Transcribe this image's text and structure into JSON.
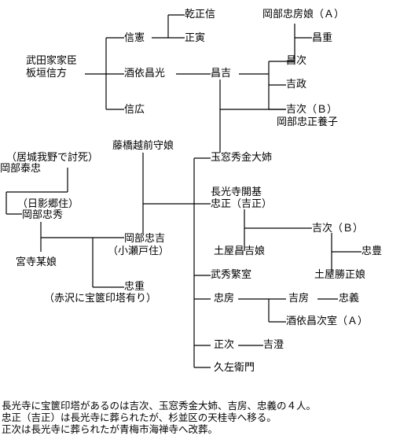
{
  "nodes": {
    "inui_masanobu": "乾正信",
    "okabe_tadafusa_musume": "岡部忠房娘（Ａ）",
    "nobunori": "信憲",
    "masatora": "正寅",
    "masashige": "昌重",
    "takeda_kashin": "武田家家臣",
    "itagaki_nobukata": "板垣信方",
    "sakai_masamitsu": "酒依昌光",
    "masayoshi": "昌吉",
    "masatsugu": "昌次",
    "yoshimasa": "吉政",
    "nobuhiro": "信広",
    "yoshitsugu_b": "吉次（Ｂ）",
    "okabe_tadamasa_yoshiko": "岡部忠正養子",
    "fujihashi_musume": "藤橋越前守娘",
    "gyokuso": "玉窓秀金大姉",
    "kyojo_kinuno": "（居城我野で討死）",
    "okabe_yasutada": "岡部泰忠",
    "choukouji_kaiki": "長光寺開基",
    "tadamasa_yoshimasa": "忠正（吉正）",
    "hikage_sumi": "（日影郷住）",
    "okabe_tadahide": "岡部忠秀",
    "yoshitsugu_b2": "吉次（Ｂ）",
    "okabe_tadayoshi": "岡部忠吉",
    "kose_sumi": "（小瀬戸住）",
    "miyadera_musume": "宮寺某娘",
    "tsuchiya_masayoshi_musume": "土屋昌吉娘",
    "tadatoyo": "忠豊",
    "bushu_hanshitsu": "武秀繁室",
    "tsuchiya_katsumasa_musume": "土屋勝正娘",
    "tadashige": "忠重",
    "akasawa": "（赤沢に宝篋印塔有り）",
    "tadafusa": "忠房",
    "yoshifusa": "吉房",
    "tadayoshi": "忠義",
    "sakai_masatsugu_shitsu": "酒依昌次室（Ａ）",
    "masatsugu2": "正次",
    "yoshizumi": "吉澄",
    "kyuzaemon": "久左衛門"
  },
  "notes": [
    "長光寺に宝篋印塔があるのは吉次、玉窓秀金大姉、吉房、忠義の４人。",
    "忠正（吉正）は長光寺に葬られたが、杉並区の天桂寺へ移る。",
    "正次は長光寺に葬られたが青梅市海禅寺へ改葬。"
  ]
}
